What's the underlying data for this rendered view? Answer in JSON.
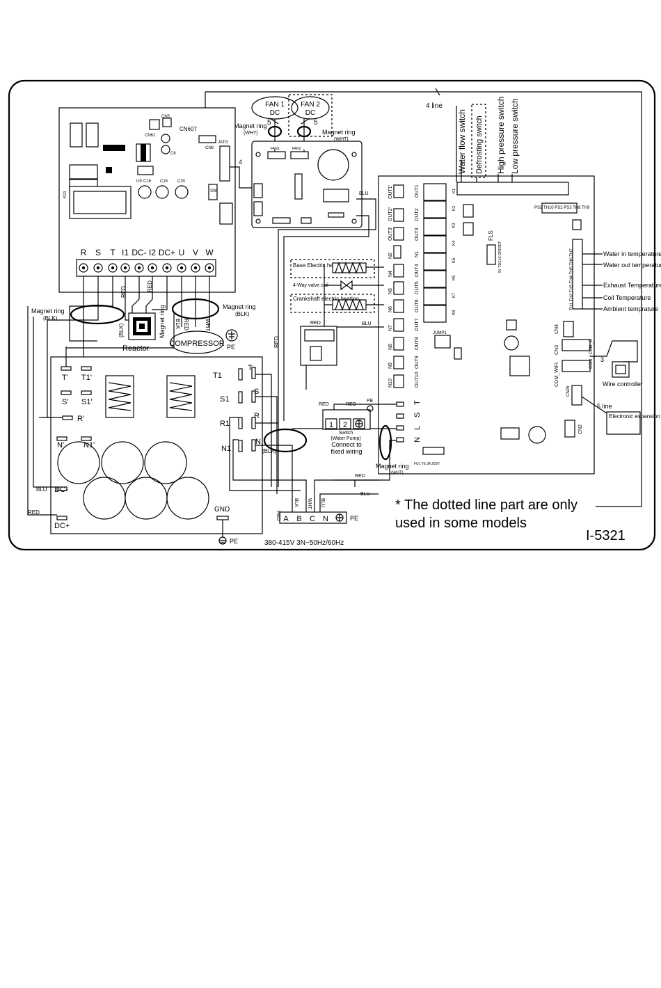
{
  "fans": {
    "fan1": "FAN 1",
    "fan2": "FAN 2",
    "dc": "DC",
    "five": "5",
    "magnet_ring_wht": "Magnet ring",
    "wht": "(WHT)"
  },
  "top": {
    "four_line": "4 line"
  },
  "inverter_board": {
    "cn607": "CN607",
    "cn61": "CN61",
    "cn5": "CN5",
    "cn8": "CN8",
    "jatg": "JATG",
    "sw": "SW",
    "four": "4",
    "c6": "C6",
    "c16": "C16",
    "c15": "C15",
    "c20": "C20",
    "u9": "U9",
    "k21": "K21",
    "terminals": [
      "R",
      "S",
      "T",
      "I1",
      "DC-",
      "I2",
      "DC+",
      "U",
      "V",
      "W"
    ],
    "red": "RED",
    "magnet_ring_blk_left": "Magnet ring",
    "blk_left": "(BLK)",
    "magnet_ring_blk_right": "Magnet ring",
    "blk_right": "(BLK)",
    "magnet_ring_vertical": "Magnet ring",
    "blk_reactor": "(BLK)",
    "reactor": "Reactor",
    "compressor": "COMPRESSOR",
    "pe": "PE",
    "blk_wire": "BLK",
    "wht_wire": "WHT",
    "red_wire": "RED"
  },
  "fan_board": {
    "fan1_label": "FAN1",
    "fan2_label": "FAN2",
    "blu": "BLU"
  },
  "filter_board": {
    "left_terms": [
      "T'",
      "T1'",
      "S'",
      "S1'",
      "R'",
      "N'",
      "N1'"
    ],
    "right_terms": [
      "T1",
      "T",
      "S1",
      "S",
      "R1",
      "R",
      "N1",
      "N"
    ],
    "blk": "(BLK)",
    "blu": "BLU",
    "dcminus": "DC-",
    "red": "RED",
    "dcplus": "DC+",
    "gnd": "GND",
    "pe": "PE"
  },
  "main_board": {
    "switches": [
      "Water flow switch",
      "Defrosting switch",
      "High pressure switch",
      "Low pressure switch"
    ],
    "outs": [
      "OUT1'",
      "OUT1",
      "OUT2'",
      "OUT2",
      "OUT3'",
      "OUT3",
      "N1",
      "N2",
      "N4",
      "OUT4",
      "N5",
      "OUT5",
      "N6",
      "OUT6",
      "N7",
      "OUT7",
      "N8",
      "OUT8",
      "N9",
      "OUT9",
      "N10",
      "OUT10"
    ],
    "relays": [
      "K1",
      "K2",
      "K3",
      "K4",
      "K5",
      "K6",
      "K7",
      "K8"
    ],
    "loads": {
      "base_heater": "Base Electric heater",
      "four_way": "4-Way valve coil",
      "crankshaft": "Crankshaft electric heating"
    },
    "temps": [
      "Water in temperature",
      "Water out temperature",
      "Exhaust Temperature",
      "Coil Temperature",
      "Ambient temprature"
    ],
    "th_labels": "TH1 TH2 TH3 TH4 TH5 TH6 TH7",
    "ps_labels": "PS1 TH10 PS2 PS3 TH8 TH9",
    "fls": "FLS",
    "fls_sub": "5V TDCLK DRESET",
    "jump1": "JUMP1",
    "cn4": "CN4",
    "cn3": "CN3",
    "com_wifi": "COM_WIFI",
    "com_i": "COM_I COM_O",
    "cn26": "CN26",
    "cn2": "CN2",
    "wire_controller": "Wire controller",
    "three": "3",
    "five_line": "5 line",
    "expansion_valve": "Electronic expansion valve",
    "red": "RED",
    "blu": "BLU",
    "nlst": [
      "N",
      "L",
      "S",
      "T"
    ],
    "fuse": "FU1 T6.3A 250V",
    "magnet_ring_wht": "Magnet ring",
    "wht": "(WHT)"
  },
  "pump_switch": {
    "red1": "RED",
    "red2": "RED",
    "pe": "PE",
    "t1": "1",
    "t2": "2",
    "label": "Switch",
    "label2": "(Water Pump)",
    "connect": "Connect  to",
    "fixed": "fixed wiring"
  },
  "power": {
    "terminals": [
      "A",
      "B",
      "C",
      "N"
    ],
    "wires": [
      "RED",
      "BLK",
      "WHT",
      "BLU"
    ],
    "pe": "PE",
    "spec": "380-415V 3N~50Hz/60Hz"
  },
  "notes": {
    "dotted": "* The dotted line part are only used in some models",
    "code": "I-5321"
  }
}
